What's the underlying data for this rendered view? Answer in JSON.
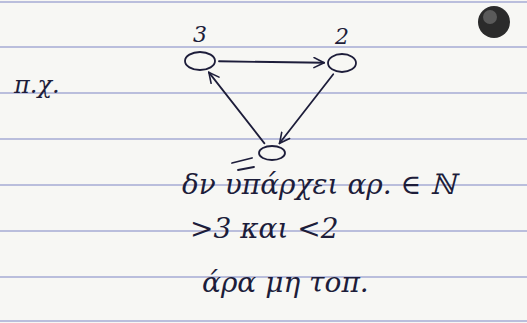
{
  "diagram": {
    "nodes": [
      {
        "text": [
          "3"
        ]
      },
      {
        "text": [
          "2"
        ]
      },
      {
        "text": []
      }
    ],
    "edges": [
      {
        "from": 0,
        "to": 1,
        "arrow": "to"
      },
      {
        "from": 1,
        "to": 2,
        "arrow": "to"
      },
      {
        "from": 2,
        "to": 0,
        "arrow": "to"
      }
    ],
    "labels": [
      "π.χ.",
      "δν υπάρχει αρ. ∈ ℕ",
      ">3 και <2",
      "άρα μη τοπ."
    ]
  }
}
